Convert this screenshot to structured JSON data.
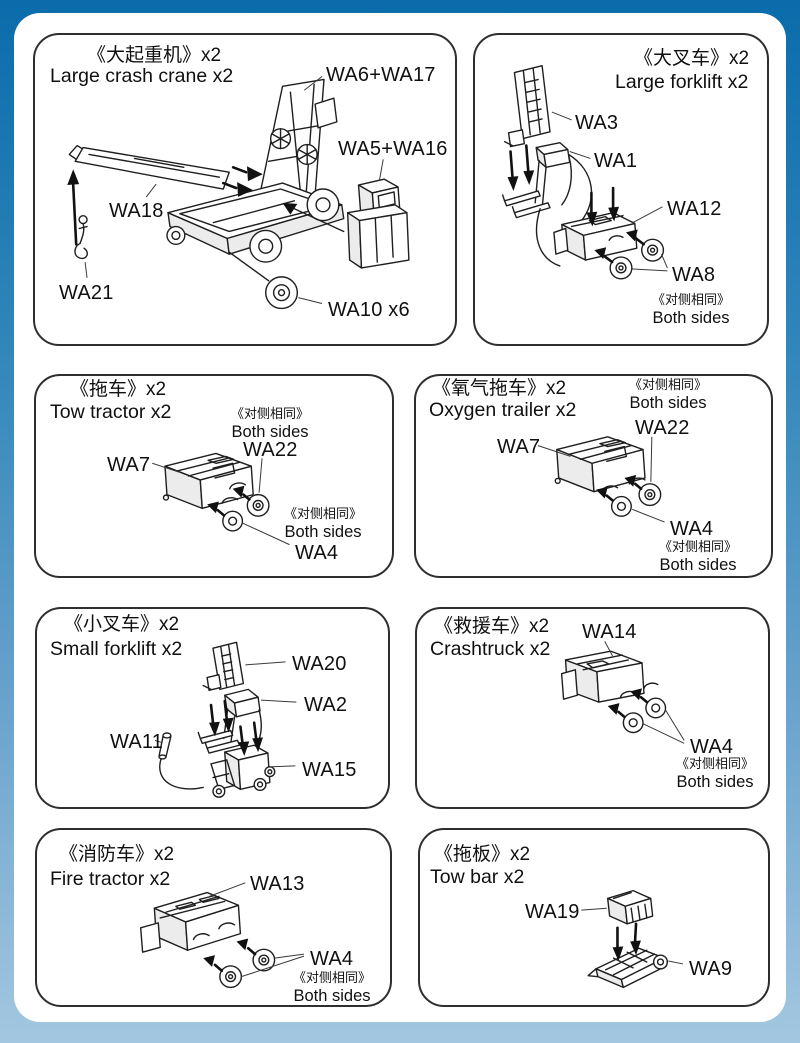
{
  "sheet": {
    "bg_top_color": "#0b6cab",
    "bg_bottom_color": "#a3c7e0",
    "paper_color": "#ffffff",
    "line_color": "#1f1f1f"
  },
  "panels": [
    {
      "title_zh": "《大起重机》x2",
      "title_en": "Large crash crane x2",
      "labels": [
        "WA6+WA17",
        "WA5+WA16",
        "WA18",
        "WA21",
        "WA10 x6"
      ]
    },
    {
      "title_zh": "《大叉车》x2",
      "title_en": "Large forklift x2",
      "labels": [
        "WA3",
        "WA1",
        "WA12",
        "WA8"
      ],
      "notes": [
        {
          "zh": "《对侧相同》",
          "en": "Both sides"
        }
      ]
    },
    {
      "title_zh": "《拖车》x2",
      "title_en": "Tow tractor x2",
      "labels": [
        "WA7",
        "WA22",
        "WA4"
      ],
      "notes": [
        {
          "zh": "《对侧相同》",
          "en": "Both sides"
        },
        {
          "zh": "《对侧相同》",
          "en": "Both sides"
        }
      ]
    },
    {
      "title_zh": "《氧气拖车》x2",
      "title_en": "Oxygen trailer x2",
      "labels": [
        "WA7",
        "WA22",
        "WA4"
      ],
      "notes": [
        {
          "zh": "《对侧相同》",
          "en": "Both sides"
        },
        {
          "zh": "《对侧相同》",
          "en": "Both sides"
        }
      ]
    },
    {
      "title_zh": "《小叉车》x2",
      "title_en": "Small forklift x2",
      "labels": [
        "WA20",
        "WA2",
        "WA11",
        "WA15"
      ]
    },
    {
      "title_zh": "《救援车》x2",
      "title_en": "Crashtruck x2",
      "labels": [
        "WA14",
        "WA4"
      ],
      "notes": [
        {
          "zh": "《对侧相同》",
          "en": "Both sides"
        }
      ]
    },
    {
      "title_zh": "《消防车》x2",
      "title_en": "Fire tractor x2",
      "labels": [
        "WA13",
        "WA4"
      ],
      "notes": [
        {
          "zh": "《对侧相同》",
          "en": "Both sides"
        }
      ]
    },
    {
      "title_zh": "《拖板》x2",
      "title_en": "Tow bar x2",
      "labels": [
        "WA19",
        "WA9"
      ]
    }
  ]
}
